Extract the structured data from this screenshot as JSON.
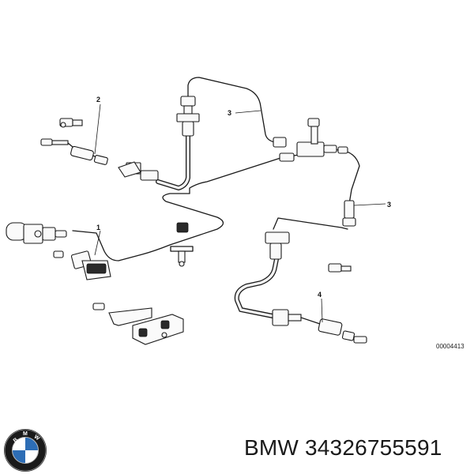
{
  "diagram": {
    "callouts": [
      "2",
      "3",
      "3",
      "1",
      "4"
    ],
    "reference_code": "00004413"
  },
  "footer": {
    "brand_logo": "bmw-roundel",
    "part_title": "BMW 34326755591"
  }
}
